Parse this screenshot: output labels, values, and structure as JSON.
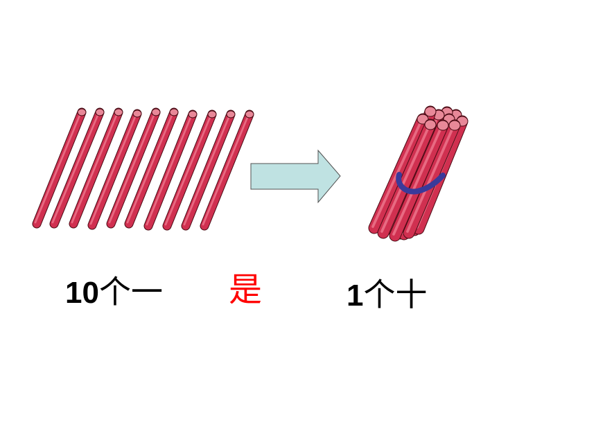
{
  "captions": {
    "left_number": "10",
    "left_text": "个一",
    "middle": "是",
    "right_number": "1",
    "right_text": "个十"
  },
  "sticks": {
    "loose_count": 10,
    "bundle_count": 10
  },
  "colors": {
    "stick_fill": "#d03050",
    "stick_outline": "#4a0a14",
    "stick_end": "#e88898",
    "arrow_fill": "#bfe2e2",
    "arrow_outline": "#505050",
    "tie": "#3a3a9a",
    "middle_word": "#ff0000",
    "caption_text": "#000000"
  },
  "icons": {
    "arrow": "right-arrow-icon",
    "tie": "rubber-band-icon"
  }
}
